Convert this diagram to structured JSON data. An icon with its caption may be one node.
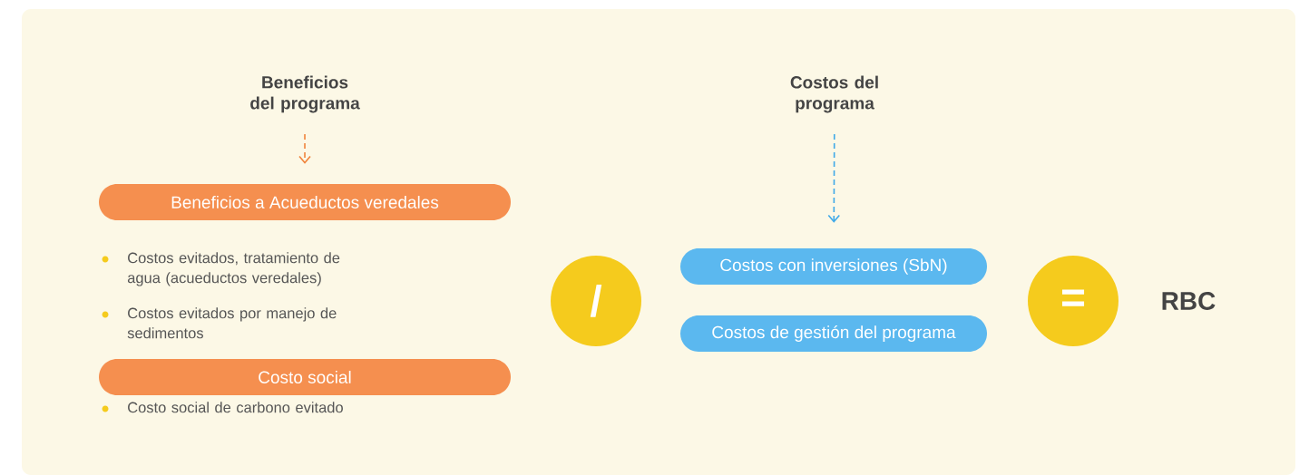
{
  "diagram": {
    "nodes": [
      {
        "text": [
          "Beneficios del programa"
        ]
      },
      {
        "text": [
          "Costos del programa"
        ]
      },
      {
        "text": [
          "Beneficios a Acueductos veredales"
        ]
      },
      {
        "text": [
          "Costo social"
        ]
      },
      {
        "text": [
          "/"
        ]
      },
      {
        "text": [
          "Costos con inversiones (SbN)"
        ]
      },
      {
        "text": [
          "Costos de gestión del programa"
        ]
      },
      {
        "text": [
          "="
        ]
      }
    ],
    "edges": [
      {
        "from": 0,
        "to": 2,
        "arrow": "to",
        "style": "dashed",
        "color": "#f0843c"
      },
      {
        "from": 1,
        "to": 5,
        "arrow": "to",
        "style": "dashed",
        "color": "#3fa9e8"
      }
    ],
    "labels": [
      "Costos evitados, tratamiento de agua (acueductos veredales)",
      "Costos evitados por manejo de sedimentos",
      "Costo social de carbono evitado",
      "RBC"
    ]
  }
}
